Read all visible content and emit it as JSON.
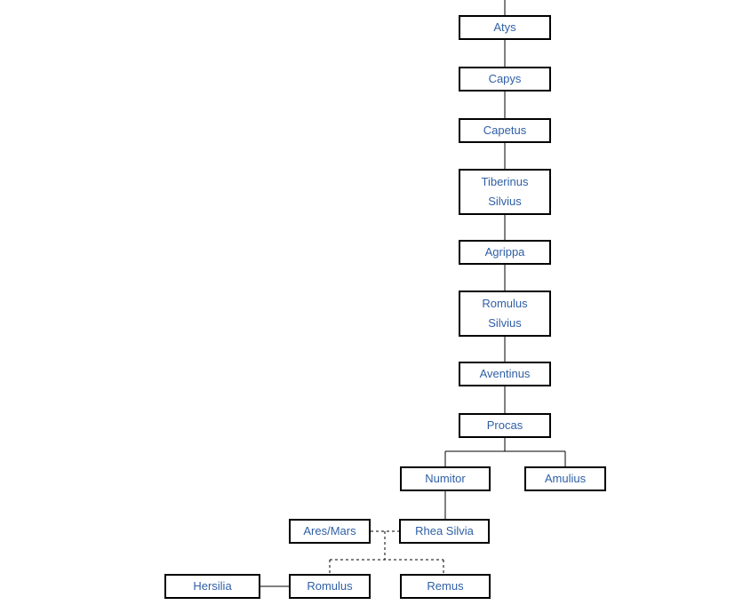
{
  "diagram": {
    "type": "family-tree",
    "colors": {
      "node_fill": "#ffffff",
      "node_border": "#000000",
      "node_text": "#2F5FA6",
      "line_solid": "#000000",
      "line_dashed": "#000000"
    },
    "nodes": [
      {
        "id": "atys",
        "label": "Atys"
      },
      {
        "id": "capys",
        "label": "Capys"
      },
      {
        "id": "capetus",
        "label": "Capetus"
      },
      {
        "id": "tiberinus-silvius",
        "label": "Tiberinus Silvius"
      },
      {
        "id": "agrippa",
        "label": "Agrippa"
      },
      {
        "id": "romulus-silvius",
        "label": "Romulus Silvius"
      },
      {
        "id": "aventinus",
        "label": "Aventinus"
      },
      {
        "id": "procas",
        "label": "Procas"
      },
      {
        "id": "numitor",
        "label": "Numitor"
      },
      {
        "id": "amulius",
        "label": "Amulius"
      },
      {
        "id": "ares-mars",
        "label": "Ares/Mars"
      },
      {
        "id": "rhea-silvia",
        "label": "Rhea Silvia"
      },
      {
        "id": "hersilia",
        "label": "Hersilia"
      },
      {
        "id": "romulus",
        "label": "Romulus"
      },
      {
        "id": "remus",
        "label": "Remus"
      }
    ],
    "edges": [
      {
        "from": "(continues above top edge)",
        "to": "Atys",
        "style": "solid"
      },
      {
        "from": "Atys",
        "to": "Capys",
        "style": "solid"
      },
      {
        "from": "Capys",
        "to": "Capetus",
        "style": "solid"
      },
      {
        "from": "Capetus",
        "to": "Tiberinus Silvius",
        "style": "solid"
      },
      {
        "from": "Tiberinus Silvius",
        "to": "Agrippa",
        "style": "solid"
      },
      {
        "from": "Agrippa",
        "to": "Romulus Silvius",
        "style": "solid"
      },
      {
        "from": "Romulus Silvius",
        "to": "Aventinus",
        "style": "solid"
      },
      {
        "from": "Aventinus",
        "to": "Procas",
        "style": "solid"
      },
      {
        "from": "Procas",
        "to": "Numitor",
        "style": "solid"
      },
      {
        "from": "Procas",
        "to": "Amulius",
        "style": "solid"
      },
      {
        "from": "Numitor",
        "to": "Rhea Silvia",
        "style": "solid"
      },
      {
        "from": "Ares/Mars",
        "to": "Rhea Silvia",
        "style": "dashed",
        "relation": "union"
      },
      {
        "from": "Ares/Mars + Rhea Silvia",
        "to": "Romulus",
        "style": "dashed"
      },
      {
        "from": "Ares/Mars + Rhea Silvia",
        "to": "Remus",
        "style": "dashed"
      },
      {
        "from": "Hersilia",
        "to": "Romulus",
        "style": "solid",
        "relation": "union"
      }
    ]
  }
}
